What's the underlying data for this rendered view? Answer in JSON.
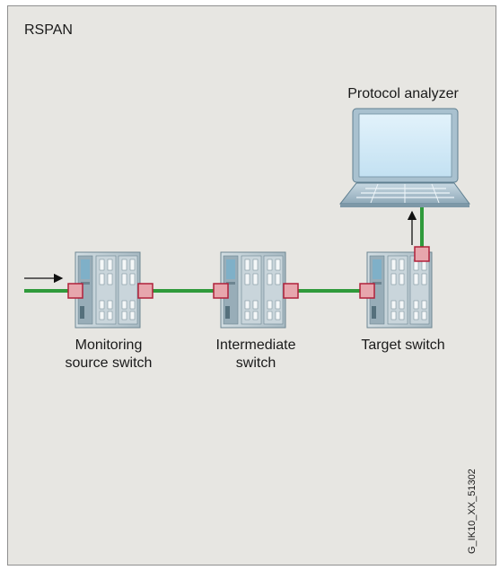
{
  "title": "RSPAN",
  "nodes": {
    "analyzer": {
      "label": "Protocol analyzer",
      "icon": "laptop-icon"
    },
    "source_switch": {
      "label_line1": "Monitoring",
      "label_line2": "source switch",
      "icon": "switch-icon"
    },
    "intermediate_switch": {
      "label_line1": "Intermediate",
      "label_line2": "switch",
      "icon": "switch-icon"
    },
    "target_switch": {
      "label": "Target switch",
      "icon": "switch-icon"
    }
  },
  "figure_id": "G_IK10_XX_51302",
  "colors": {
    "background": "#e7e6e2",
    "link": "#2f9a3b",
    "port_fill": "#e7a6ad",
    "port_stroke": "#b0203a",
    "switch_body": "#b4c4cc",
    "screen": "#d4ebf7",
    "analyzer_body": "#a9c1cf"
  }
}
